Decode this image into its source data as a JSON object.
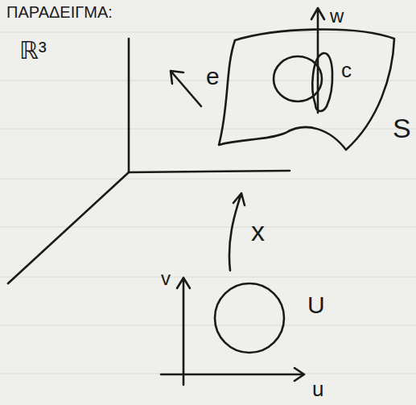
{
  "diagram": {
    "title": "ΠΑΡΑΔΕΙΓΜΑ:",
    "labels": [
      "ℝ³",
      "e",
      "w",
      "c",
      "S",
      "x",
      "v",
      "U",
      "u"
    ]
  }
}
